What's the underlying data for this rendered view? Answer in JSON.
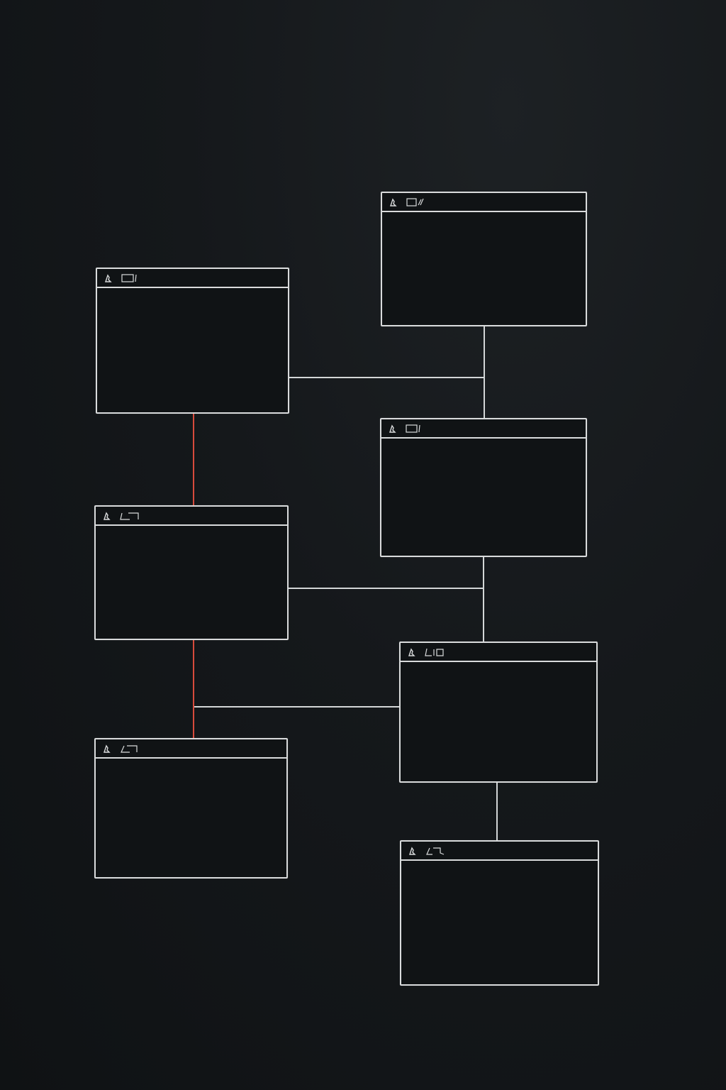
{
  "diagram": {
    "windows": [
      {
        "id": "top-left",
        "title": ""
      },
      {
        "id": "top-right",
        "title": ""
      },
      {
        "id": "mid-right",
        "title": ""
      },
      {
        "id": "mid-left",
        "title": ""
      },
      {
        "id": "lower-right",
        "title": ""
      },
      {
        "id": "bottom-left",
        "title": ""
      },
      {
        "id": "bottom-right",
        "title": ""
      }
    ],
    "connectors": [
      {
        "from": "top-left",
        "to": "mid-left",
        "color": "#d74b3c"
      },
      {
        "from": "mid-left",
        "to": "bottom-left",
        "color": "#d74b3c"
      },
      {
        "from": "top-left",
        "to": "top-right",
        "color": "#d3d6d7"
      },
      {
        "from": "top-right",
        "to": "mid-right",
        "color": "#d3d6d7"
      },
      {
        "from": "mid-left",
        "to": "mid-right",
        "color": "#d3d6d7"
      },
      {
        "from": "mid-right",
        "to": "lower-right",
        "color": "#d3d6d7"
      },
      {
        "from": "mid-left",
        "to": "lower-right",
        "color": "#d3d6d7"
      },
      {
        "from": "lower-right",
        "to": "bottom-right",
        "color": "#d3d6d7"
      }
    ]
  },
  "colors": {
    "background": "#15181b",
    "window_border": "#d9dbdc",
    "connector": "#d3d6d7",
    "accent_connector": "#d74b3c"
  },
  "icons": {
    "app_icon": "app-icon",
    "title_glyph": "title-glyph-icon"
  }
}
